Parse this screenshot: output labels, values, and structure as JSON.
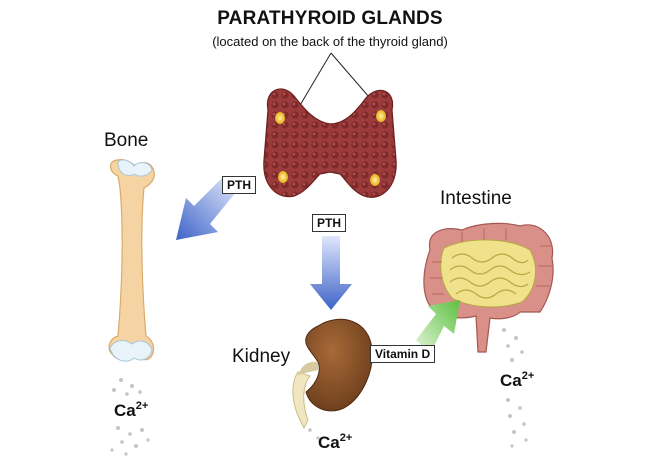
{
  "title": "PARATHYROID GLANDS",
  "subtitle": "(located on the back of the thyroid gland)",
  "labels": {
    "bone": "Bone",
    "intestine": "Intestine",
    "kidney": "Kidney"
  },
  "tags": {
    "pth_left": "PTH",
    "pth_center": "PTH",
    "vitamin_d": "Vitamin D"
  },
  "calcium": {
    "symbol": "Ca",
    "charge": "2+"
  },
  "colors": {
    "thyroid": "#9c3b3b",
    "parathyroid": "#f2c531",
    "bone": "#f6d3a2",
    "kidney": "#8a5228",
    "intestine_small": "#efe28a",
    "intestine_large": "#d99088",
    "arrow_blue": "#3e63c8",
    "arrow_green": "#5cc040"
  }
}
